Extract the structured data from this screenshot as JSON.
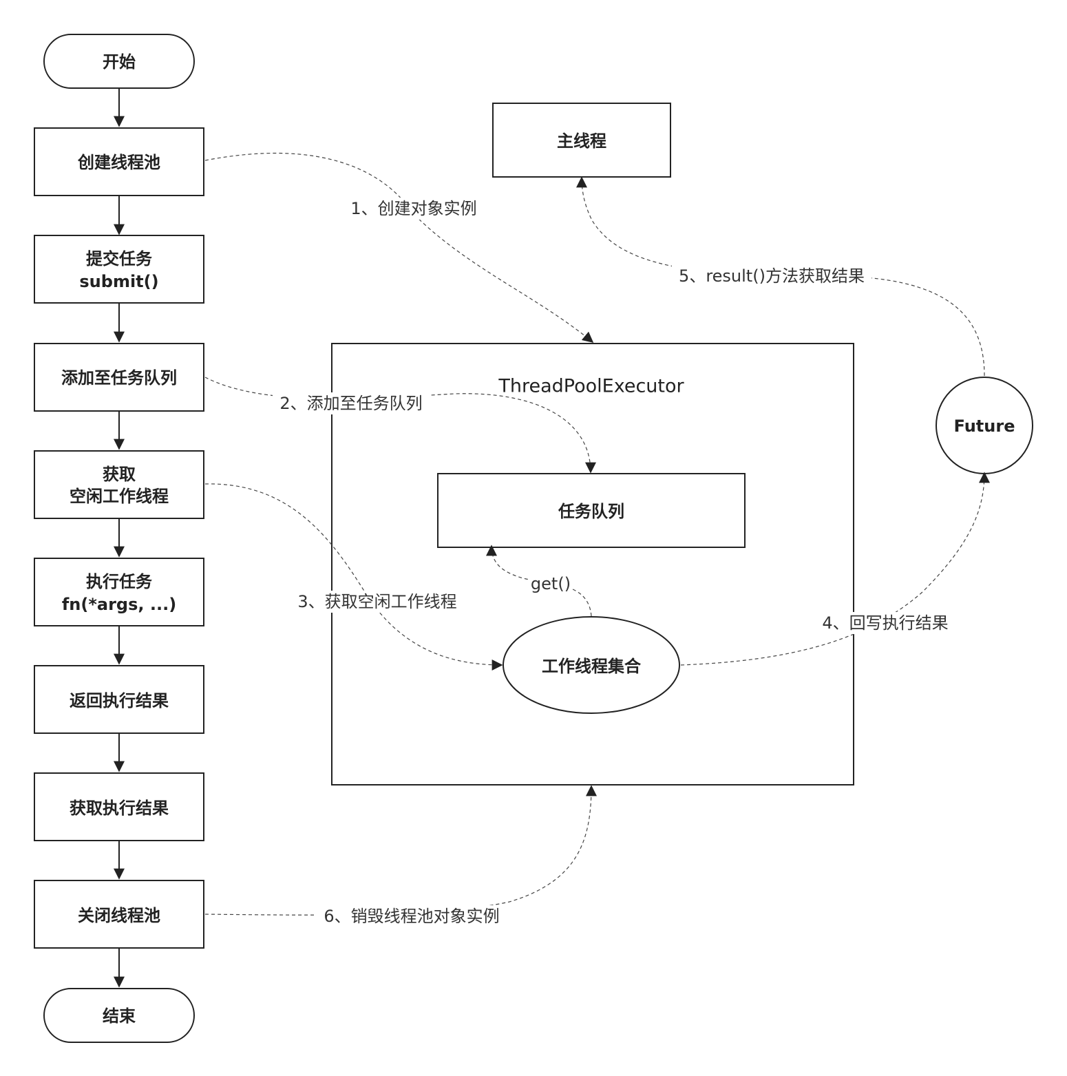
{
  "flow_nodes": {
    "start": "开始",
    "create_pool": "创建线程池",
    "submit_line1": "提交任务",
    "submit_line2": "submit()",
    "add_queue": "添加至任务队列",
    "get_thread_line1": "获取",
    "get_thread_line2": "空闲工作线程",
    "exec_line1": "执行任务",
    "exec_line2": "fn(*args, ...)",
    "return_result": "返回执行结果",
    "get_result": "获取执行结果",
    "shutdown": "关闭线程池",
    "end": "结束"
  },
  "components": {
    "main_thread": "主线程",
    "executor": "ThreadPoolExecutor",
    "task_queue": "任务队列",
    "worker_set": "工作线程集合",
    "future": "Future"
  },
  "edge_labels": {
    "step1": "1、创建对象实例",
    "step2": "2、添加至任务队列",
    "step3": "3、获取空闲工作线程",
    "step4": "4、回写执行结果",
    "step5": "5、result()方法获取结果",
    "step6": "6、销毁线程池对象实例",
    "get": "get()"
  }
}
